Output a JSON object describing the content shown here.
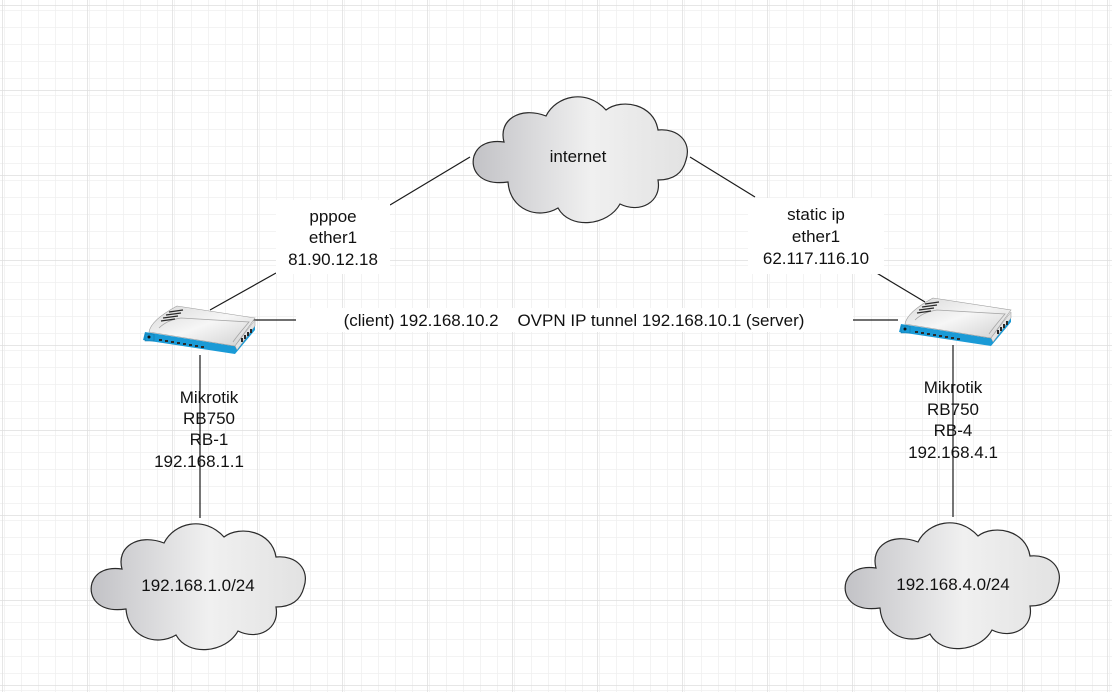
{
  "diagram": {
    "type": "network-topology",
    "clouds": {
      "internet": {
        "label": "internet"
      },
      "lan1": {
        "label": "192.168.1.0/24"
      },
      "lan4": {
        "label": "192.168.4.0/24"
      }
    },
    "routers": {
      "rb1": {
        "lines": [
          "Mikrotik",
          "RB750",
          "RB-1",
          "192.168.1.1"
        ]
      },
      "rb4": {
        "lines": [
          "Mikrotik",
          "RB750",
          "RB-4",
          "192.168.4.1"
        ]
      }
    },
    "wan_labels": {
      "left": {
        "lines": [
          "pppoe",
          "ether1",
          "81.90.12.18"
        ]
      },
      "right": {
        "lines": [
          "static ip",
          "ether1",
          "62.117.116.10"
        ]
      }
    },
    "tunnel_label": "(client) 192.168.10.2    OVPN IP tunnel 192.168.10.1 (server)",
    "links": [
      {
        "from": "rb1",
        "to": "internet",
        "label": "wan_labels.left"
      },
      {
        "from": "rb4",
        "to": "internet",
        "label": "wan_labels.right"
      },
      {
        "from": "rb1",
        "to": "rb4",
        "label": "tunnel_label"
      },
      {
        "from": "rb1",
        "to": "lan1"
      },
      {
        "from": "rb4",
        "to": "lan4"
      }
    ],
    "colors": {
      "router_accent": "#1a9ad6",
      "cloud_fill_dark": "#c4c4c8",
      "cloud_fill_light": "#efefef",
      "grid_minor": "#eeeeee",
      "grid_major": "#dddddd"
    }
  }
}
